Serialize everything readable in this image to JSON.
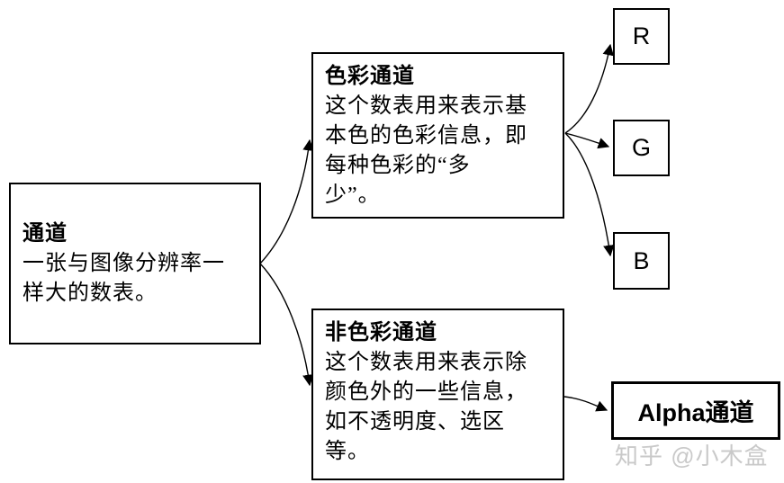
{
  "diagram": {
    "boxes": {
      "root": {
        "title": "通道",
        "lines": [
          "一张与图像分辨率一",
          "样大的数表。"
        ]
      },
      "color": {
        "title": "色彩通道",
        "lines": [
          "这个数表用来表示基",
          "本色的色彩信息，即",
          "每种色彩的“多",
          "少”。"
        ]
      },
      "noncolor": {
        "title": "非色彩通道",
        "lines": [
          "这个数表用来表示除",
          "颜色外的一些信息，",
          "如不透明度、选区",
          "等。"
        ]
      },
      "r": {
        "label": "R"
      },
      "g": {
        "label": "G"
      },
      "b": {
        "label": "B"
      },
      "alpha": {
        "label": "Alpha通道"
      }
    },
    "connections": [
      "通道 → 色彩通道",
      "通道 → 非色彩通道",
      "色彩通道 → R",
      "色彩通道 → G",
      "色彩通道 → B",
      "非色彩通道 → Alpha通道"
    ]
  },
  "watermark": {
    "text": "知乎 @小木盒"
  },
  "colors": {
    "background": "#ffffff",
    "line": "#000000",
    "watermark": "#c9c9c9"
  }
}
